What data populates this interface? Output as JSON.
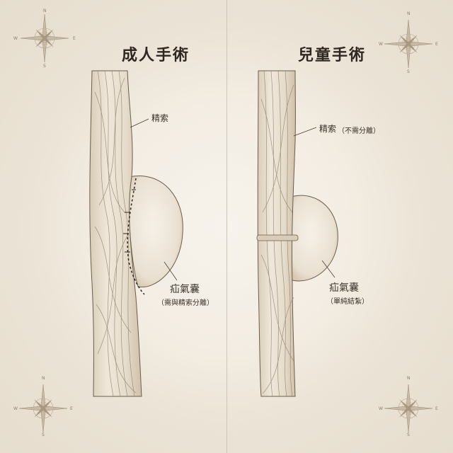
{
  "left_panel": {
    "title": "成人手術",
    "label_cord": "精索",
    "label_sac": "疝氣囊",
    "label_sac_note": "（需與精索分離）"
  },
  "right_panel": {
    "title": "兒童手術",
    "label_cord": "精索",
    "label_cord_note": "（不需分離）",
    "label_sac": "疝氣囊",
    "label_sac_note": "（單純結紮）"
  },
  "compass": {
    "n": "N",
    "s": "S",
    "e": "E",
    "w": "W"
  },
  "colors": {
    "background": "#efe8dc",
    "ink": "#3a322a",
    "cord_fill": "#e9e0d0",
    "sac_fill": "#f1ebe1",
    "ligature": "#d8cdb8"
  }
}
